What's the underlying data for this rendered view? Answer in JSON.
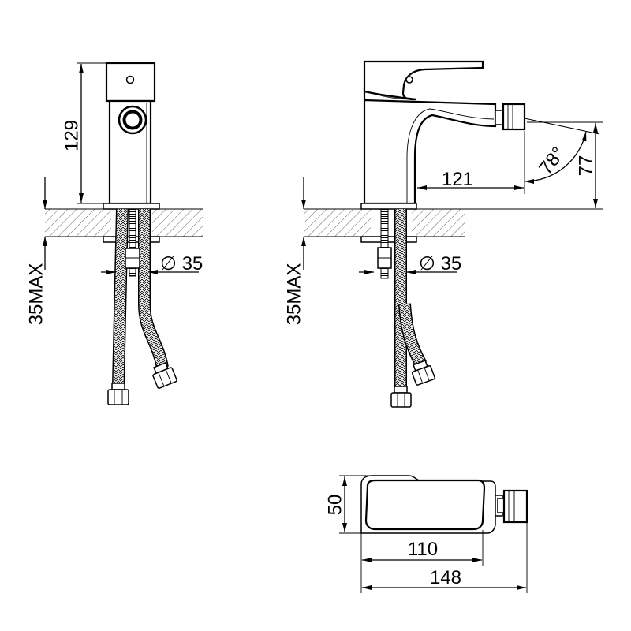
{
  "front_view": {
    "height_dim": "129",
    "clearance_dim": "35MAX",
    "hole_dim": "∅ 35"
  },
  "side_view": {
    "reach_dim": "121",
    "angle_dim": "78°",
    "spout_height_dim": "77",
    "clearance_dim": "35MAX",
    "hole_dim": "∅ 35"
  },
  "top_view": {
    "width_dim": "50",
    "body_length_dim": "110",
    "overall_length_dim": "148"
  },
  "colors": {
    "line": "#000000",
    "hatch": "#666666",
    "background": "#ffffff"
  }
}
